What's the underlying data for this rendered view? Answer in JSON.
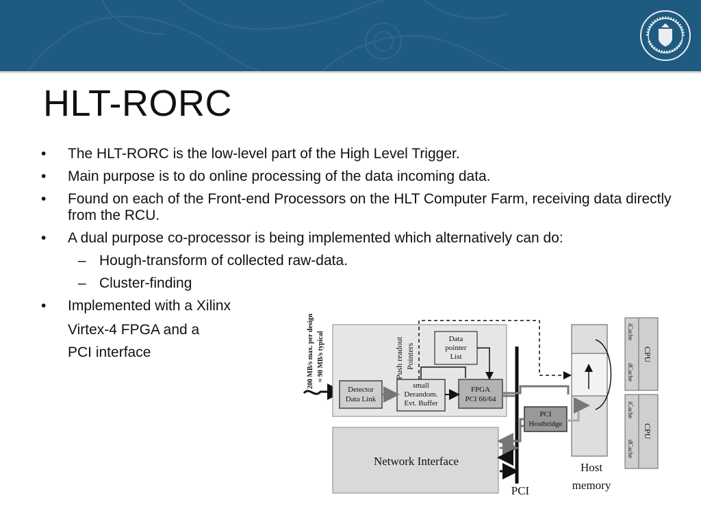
{
  "header": {
    "logo_text": "UNIVERSITAS BERGENSIS",
    "brand_color": "#1f5a80"
  },
  "slide": {
    "title": "HLT-RORC",
    "bullets": [
      {
        "level": 1,
        "marker": "•",
        "text": "The HLT-RORC is the low-level part of the High Level Trigger."
      },
      {
        "level": 1,
        "marker": "•",
        "text": "Main purpose is to do online processing of the data incoming data."
      },
      {
        "level": 1,
        "marker": "•",
        "text": "Found on each of the Front-end Processors on the HLT Computer Farm, receiving data directly from the RCU."
      },
      {
        "level": 1,
        "marker": "•",
        "text": "A dual purpose co-processor is being implemented which alternatively can do:"
      },
      {
        "level": 2,
        "marker": "–",
        "text": "Hough-transform of collected raw-data."
      },
      {
        "level": 2,
        "marker": "–",
        "text": "Cluster-finding"
      },
      {
        "level": 1,
        "marker": "•",
        "text": "Implemented with a Xilinx"
      }
    ],
    "continuation_lines": [
      "Virtex-4 FPGA and a",
      "PCI interface"
    ]
  },
  "diagram": {
    "rate_label_1": "200 MB/s max. per design",
    "rate_label_2": "≈ 90 MB/s typical",
    "push_label_1": "Push readout",
    "push_label_2": "Pointers",
    "data_pointer_list": [
      "Data",
      "pointer",
      "List"
    ],
    "detector_link": [
      "Detector",
      "Data Link"
    ],
    "derandom_buffer": [
      "small",
      "Derandom.",
      "Evt. Buffer"
    ],
    "fpga": [
      "FPGA",
      "PCI 66/64"
    ],
    "hostbridge": [
      "PCI",
      "Hostbridge"
    ],
    "network_interface": "Network Interface",
    "pci_label": "PCI",
    "host_memory": [
      "Host",
      "memory"
    ],
    "cpus": [
      {
        "label": "CPU",
        "icache": "iCache",
        "dcache": "dCache"
      },
      {
        "label": "CPU",
        "icache": "iCache",
        "dcache": "dCache"
      }
    ]
  }
}
